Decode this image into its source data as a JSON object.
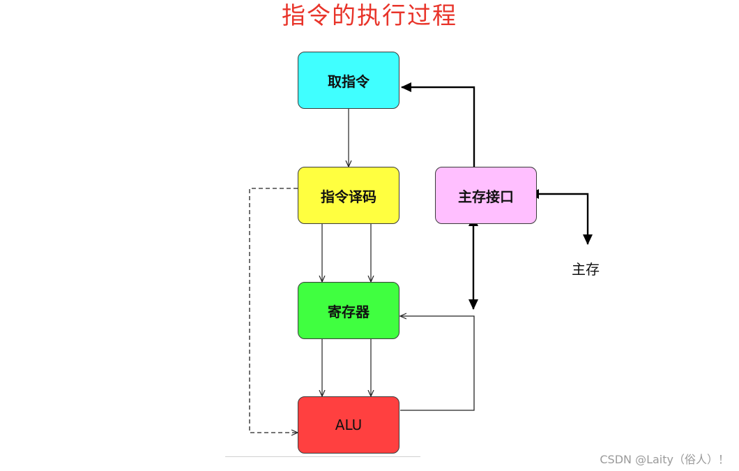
{
  "title": "指令的执行过程",
  "boxes": {
    "fetch": {
      "label": "取指令",
      "color": "#40ffff"
    },
    "decode": {
      "label": "指令译码",
      "color": "#ffff40"
    },
    "register": {
      "label": "寄存器",
      "color": "#40ff40"
    },
    "alu": {
      "label": "ALU",
      "color": "#ff4040"
    },
    "mem_if": {
      "label": "主存接口",
      "color": "#ffbfff"
    }
  },
  "external": {
    "label": "主存"
  },
  "watermark": "CSDN @Laity（俗人）！"
}
